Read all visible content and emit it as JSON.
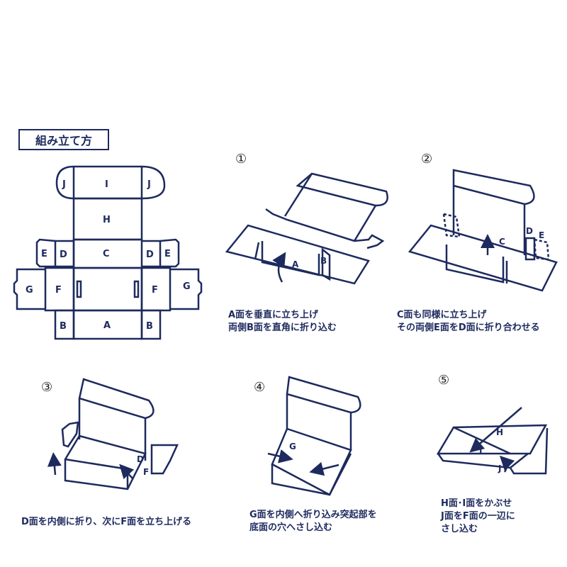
{
  "title": "組み立て方",
  "net_labels": {
    "A": "A",
    "B": "B",
    "C": "C",
    "D": "D",
    "E": "E",
    "F": "F",
    "G": "G",
    "H": "H",
    "I": "I",
    "J": "J"
  },
  "steps": [
    {
      "number": "①",
      "lines": [
        "A面を垂直に立ち上げ",
        "両側B面を直角に折り込む"
      ]
    },
    {
      "number": "②",
      "lines": [
        "C面も同様に立ち上げ",
        "その両側E面をD面に折り合わせる"
      ]
    },
    {
      "number": "③",
      "lines": [
        "D面を内側に折り、次にF面を立ち上げる"
      ]
    },
    {
      "number": "④",
      "lines": [
        "G面を内側へ折り込み突起部を",
        "底面の穴へさし込む"
      ]
    },
    {
      "number": "⑤",
      "lines": [
        "H面･I面をかぶせ",
        "J面をF面の一辺に",
        "さし込む"
      ]
    }
  ],
  "colors": {
    "line": "#1d2a5e",
    "background": "#ffffff"
  }
}
